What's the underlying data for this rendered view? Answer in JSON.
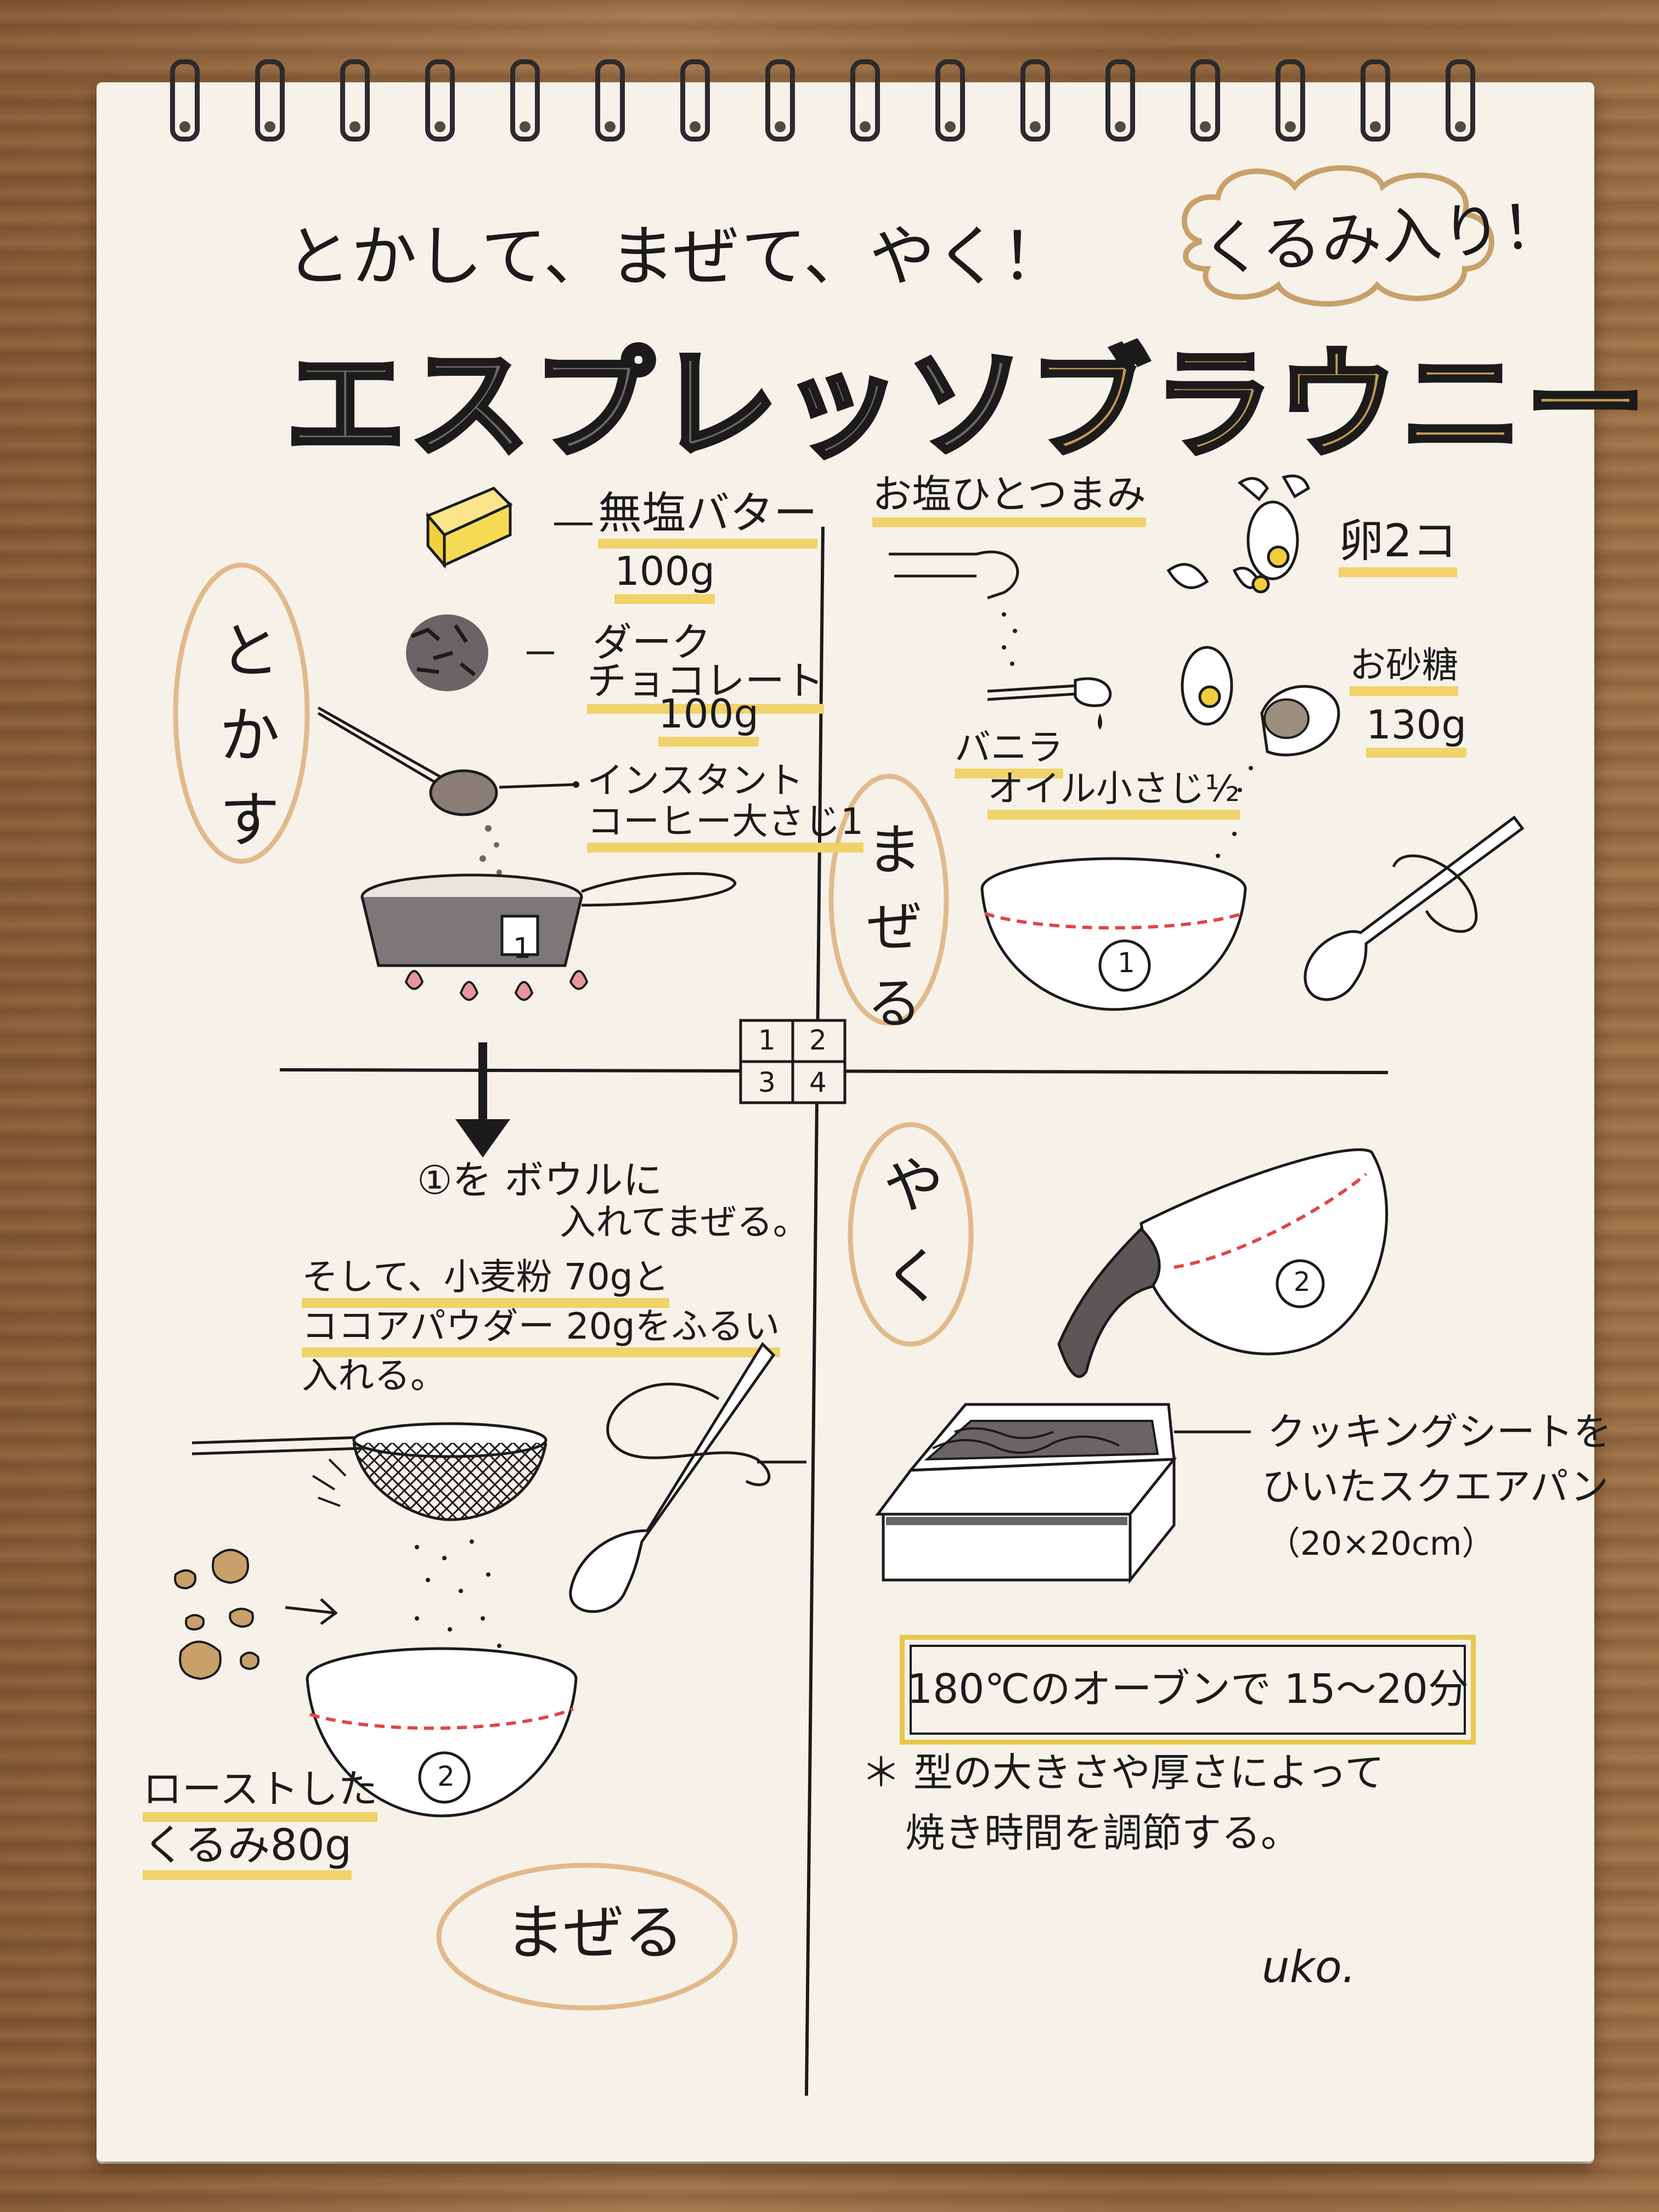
{
  "subtitle": "とかして、まぜて、やく！",
  "badge": "くるみ入り！",
  "title": {
    "part1": "エスプレッソ",
    "part2": "ブラウニー"
  },
  "steps": {
    "melt_label": "とかす",
    "mix_label": "まぜる",
    "bake_label": "やく",
    "final_mix_label": "まぜる"
  },
  "ingredients": {
    "butter": {
      "name": "無塩バター",
      "amount": "100g"
    },
    "chocolate": {
      "name_line1": "ダーク",
      "name_line2": "チョコレート",
      "amount": "100g"
    },
    "coffee": {
      "name_line1": "インスタント",
      "name_line2": "コーヒー大さじ1"
    },
    "salt": "お塩ひとつまみ",
    "eggs": "卵2コ",
    "sugar": {
      "name": "お砂糖",
      "amount": "130g"
    },
    "vanilla": {
      "line1": "バニラ",
      "line2": "オイル小さじ½"
    },
    "walnuts": {
      "line1": "ローストした",
      "line2": "くるみ80g"
    }
  },
  "instructions": {
    "step3_line1": "①を ボウルに",
    "step3_line2": "入れてまぜる。",
    "step3_line3": "そして、小麦粉 70gと",
    "step3_line4": "ココアパウダー 20gをふるい",
    "step3_line5": "入れる。",
    "pan_line1": "クッキングシートを",
    "pan_line2": "ひいたスクエアパン",
    "pan_line3": "（20×20cm）",
    "oven": "180℃のオーブンで 15〜20分",
    "note_line1": "＊ 型の大きさや厚さによって",
    "note_line2": "焼き時間を調節する。"
  },
  "grid_numbers": [
    "1",
    "2",
    "3",
    "4"
  ],
  "labels": {
    "pot": "1",
    "bowl1": "1",
    "bowl2": "2",
    "bowl3": "2"
  },
  "signature": "uko."
}
